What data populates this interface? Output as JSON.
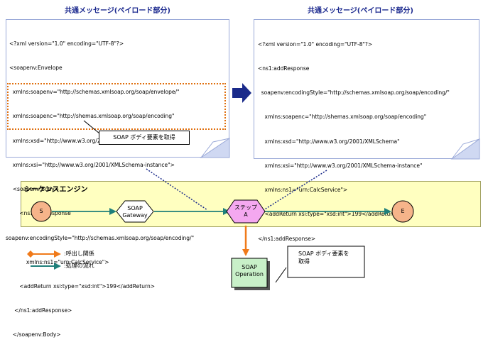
{
  "left_doc": {
    "title": "共通メッセージ(ペイロード部分)",
    "lines": [
      "<?xml version=\"1.0\" encoding=\"UTF-8\"?>",
      "<soapenv:Envelope",
      "  xmlns:soapenv=\"http://schemas.xmlsoap.org/soap/envelope/\"",
      "  xmlns:soapenc=\"http://shemas.xmlsoap.org/soap/encoding\"",
      "  xmlns:xsd=\"http://www.w3.org/2001/XMLSchema\"",
      "  xmlns:xsi=\"http://www.w3.org/2001/XMLSchema-instance\">",
      "  <soapenv:Body>",
      "      <ns1:addResponse",
      "soapenv:encodingStyle=\"http://schemas.xmlsoap.org/soap/encoding/\"",
      "          xmlns:ns1=\"urn:CalcService\">",
      "      <addReturn xsi:type=\"xsd:int\">199</addReturn>",
      "   </ns1:addResponse>",
      "  </soapenv:Body>"
    ],
    "callout": "SOAP ボディ要素を取得"
  },
  "right_doc": {
    "title": "共通メッセージ(ペイロード部分)",
    "lines": [
      "<?xml version=\"1.0\" encoding=\"UTF-8\"?>",
      "<ns1:addResponse",
      "  soapenv:encodingStyle=\"http://schemas.xmlsoap.org/soap/encoding/\"",
      "    xmlns:soapenc=\"http://shemas.xmlsoap.org/soap/encoding\"",
      "    xmlns:xsd=\"http://www.w3.org/2001/XMLSchema\"",
      "    xmlns:xsi=\"http://www.w3.org/2001/XMLSchema-instance\"",
      "    xmlns:ns1=\"urn:CalcService\">",
      "    <addReturn xsi:type=\"xsd:int\">199</addReturn>",
      "</ns1:addResponse>"
    ]
  },
  "sequence_engine": {
    "title": "シーケンスエンジン",
    "start_label": "S",
    "gateway_label": "SOAP\nGateway",
    "step_label": "ステップ\nA",
    "end_label": "E"
  },
  "operation": {
    "label": "SOAP\nOperation"
  },
  "note": {
    "text": "SOAP ボディ要素を\n取得"
  },
  "legend": {
    "call_label": ":呼出し関係",
    "flow_label": ":処理の流れ"
  },
  "colors": {
    "band_fill": "#ffffc0",
    "doc_border": "#9aa9d8",
    "doc_shadow": "#cfd8f2",
    "flow_arrow": "#1f7f7a",
    "call_arrow": "#f07a1a",
    "highlight_box": "#e07010",
    "node_start_end": "#f6b48a",
    "gateway_fill": "#ffffff",
    "step_fill": "#f4a8f0",
    "operation_fill": "#c8f0c8",
    "big_arrow": "#1a2a8a",
    "title": "#1c2a8f"
  }
}
